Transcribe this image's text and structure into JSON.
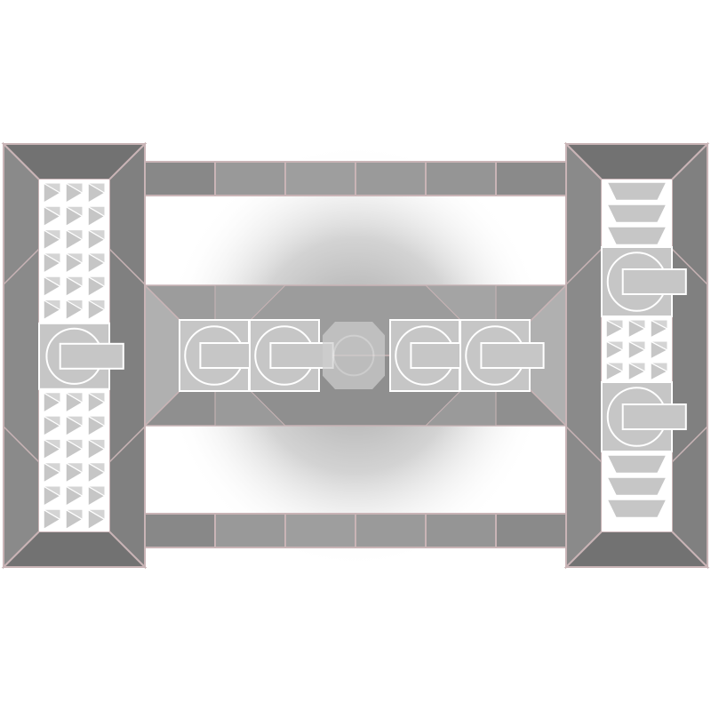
{
  "colors": {
    "background": "#ffffff",
    "edge": "#c9b4b6",
    "bevel_dark": "#727272",
    "bevel_mid": "#888888",
    "bevel_light": "#9a9a9a",
    "floor_dark": "#8e8e8e",
    "floor_light": "#a9a9a9",
    "brick": "#969696",
    "piece_fill": "#c6c6c6",
    "piece_stroke": "#ffffff",
    "ghost_fill": "#cfcfcf",
    "glow_center": "#9a9a9a"
  },
  "board": {
    "left_frame": {
      "segments": [
        "arrow",
        "arrow",
        "arrow",
        "arrow",
        "arrow",
        "arrow",
        "c-socket",
        "arrow",
        "arrow",
        "arrow",
        "arrow",
        "arrow",
        "arrow"
      ]
    },
    "right_frame": {
      "segments": [
        "chevron",
        "chevron",
        "chevron",
        "c-socket",
        "arrow",
        "arrow",
        "arrow",
        "c-socket",
        "chevron",
        "chevron",
        "chevron"
      ]
    },
    "center_track": {
      "segments": [
        "c-socket",
        "c-socket",
        "c-ghost",
        "c-socket",
        "c-socket"
      ]
    },
    "top_rail": {
      "brick_count": 6
    },
    "bottom_rail": {
      "brick_count": 6
    }
  }
}
